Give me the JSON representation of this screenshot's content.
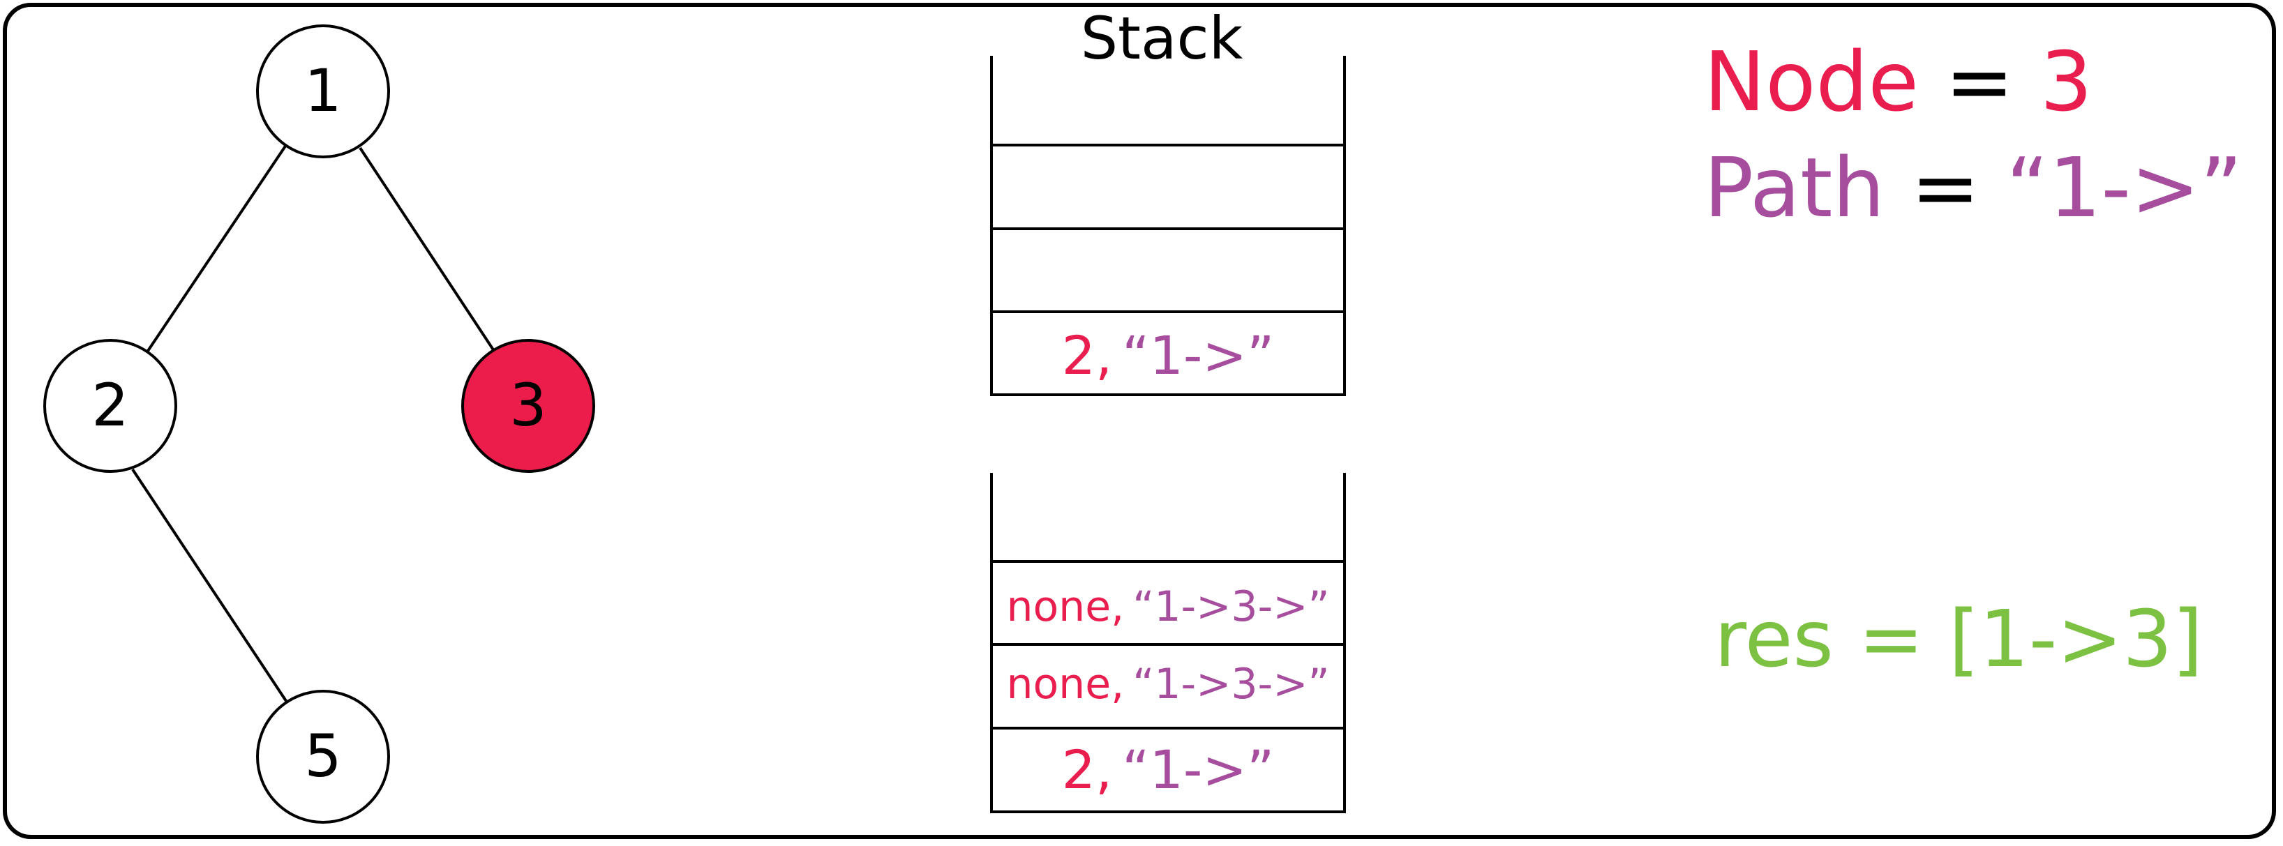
{
  "colors": {
    "node": "#e91e4e",
    "path": "#a64d9e",
    "result": "#7cc142",
    "text": "#000000",
    "highlight_fill": "#ec1c4b"
  },
  "tree": {
    "nodes": [
      {
        "id": "n1",
        "label": "1",
        "highlighted": false
      },
      {
        "id": "n2",
        "label": "2",
        "highlighted": false
      },
      {
        "id": "n3",
        "label": "3",
        "highlighted": true
      },
      {
        "id": "n5",
        "label": "5",
        "highlighted": false
      }
    ],
    "edges": [
      [
        "n1",
        "n2"
      ],
      [
        "n1",
        "n3"
      ],
      [
        "n2",
        "n5"
      ]
    ]
  },
  "stack": {
    "title": "Stack",
    "top_cells": [
      {
        "node": "",
        "path": ""
      },
      {
        "node": "",
        "path": ""
      },
      {
        "node": "",
        "path": ""
      },
      {
        "node": "2,",
        "path": "“1->”"
      }
    ],
    "bottom_cells": [
      {
        "node": "",
        "path": ""
      },
      {
        "node": "none,",
        "path": "“1->3->”"
      },
      {
        "node": "none,",
        "path": "“1->3->”"
      },
      {
        "node": "2,",
        "path": "“1->”"
      }
    ]
  },
  "state": {
    "node_label": "Node",
    "node_eq": " = ",
    "node_value": "3",
    "path_label": "Path",
    "path_eq": " = ",
    "path_value": "“1->”"
  },
  "result": {
    "text": "res = [1->3]"
  }
}
